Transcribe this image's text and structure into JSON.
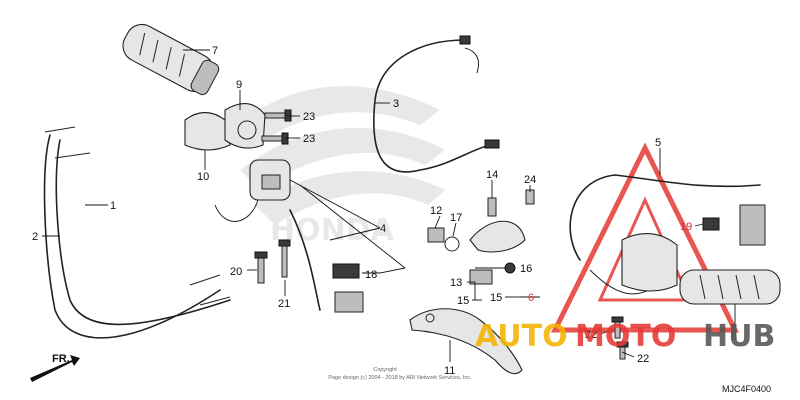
{
  "diagram": {
    "diagram_code": "MJC4F0400",
    "copyright_line1": "Copyright",
    "copyright_line2": "Page design (c) 2004 - 2018 by ARI Network Services, Inc.",
    "direction_label": "FR.",
    "watermark": {
      "brand_word1": "AUTO",
      "brand_word2": "MOTO",
      "brand_word3": "HUB",
      "background_logo_text": "HONDA",
      "colors": {
        "auto": "#f5b301",
        "moto": "#e53935",
        "hub": "#555555"
      }
    },
    "callouts": {
      "c1": "1",
      "c2": "2",
      "c3": "3",
      "c4": "4",
      "c5": "5",
      "c6": "6",
      "c7": "7",
      "c8": "8",
      "c9": "9",
      "c10": "10",
      "c11": "11",
      "c12": "12",
      "c13": "13",
      "c14": "14",
      "c15a": "15",
      "c15b": "15",
      "c16": "16",
      "c17": "17",
      "c18": "18",
      "c19": "19",
      "c20": "20",
      "c21": "21",
      "c22a": "22",
      "c22b": "22",
      "c23a": "23",
      "c23b": "23",
      "c24": "24"
    }
  }
}
